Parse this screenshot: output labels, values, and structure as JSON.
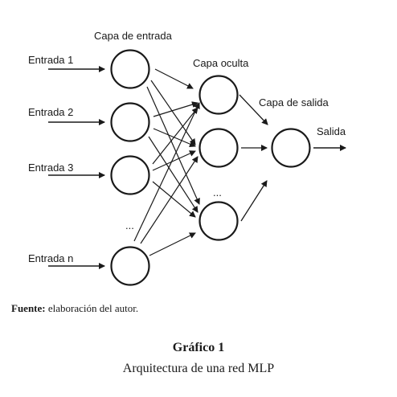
{
  "layers": {
    "input": "Capa de entrada",
    "hidden": "Capa oculta",
    "output": "Capa de salida"
  },
  "inputs": [
    "Entrada 1",
    "Entrada 2",
    "Entrada 3",
    "Entrada n"
  ],
  "ellipsis": "...",
  "output_label": "Salida",
  "source": {
    "prefix": "Fuente:",
    "text": "elaboración del autor."
  },
  "figure": {
    "title": "Gráfico 1",
    "subtitle": "Arquitectura de una red MLP"
  }
}
